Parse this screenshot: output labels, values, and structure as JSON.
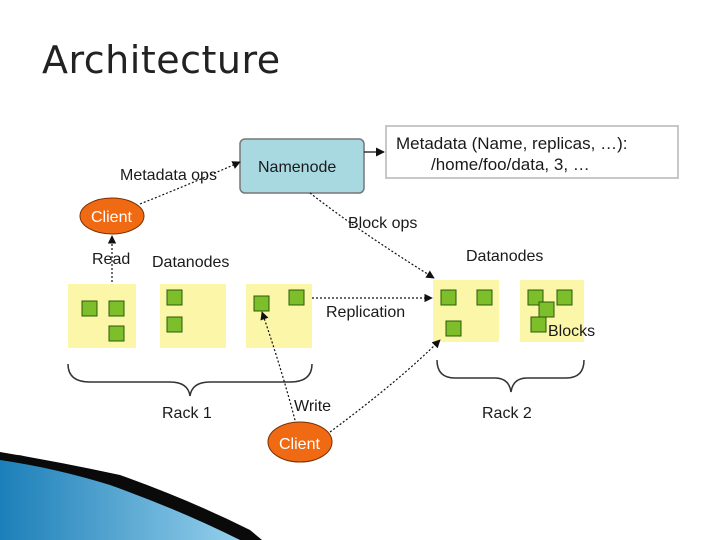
{
  "slide": {
    "title": "Architecture"
  },
  "diagram": {
    "namenode": "Namenode",
    "metadata_line1": "Metadata (Name, replicas, …):",
    "metadata_line2": "/home/foo/data, 3, …",
    "metadata_ops": "Metadata ops",
    "block_ops": "Block ops",
    "client_top": "Client",
    "client_bottom": "Client",
    "read": "Read",
    "write": "Write",
    "datanodes_left": "Datanodes",
    "datanodes_right": "Datanodes",
    "replication": "Replication",
    "blocks": "Blocks",
    "rack1": "Rack 1",
    "rack2": "Rack 2"
  },
  "colors": {
    "namenode_fill": "#a8d8e0",
    "datanode_fill": "#fcf7a8",
    "block_fill": "#7cbf2a",
    "client_fill": "#f06a14",
    "swoosh_dark": "#0a0a0a",
    "swoosh_blue": "#3a9fd3"
  }
}
